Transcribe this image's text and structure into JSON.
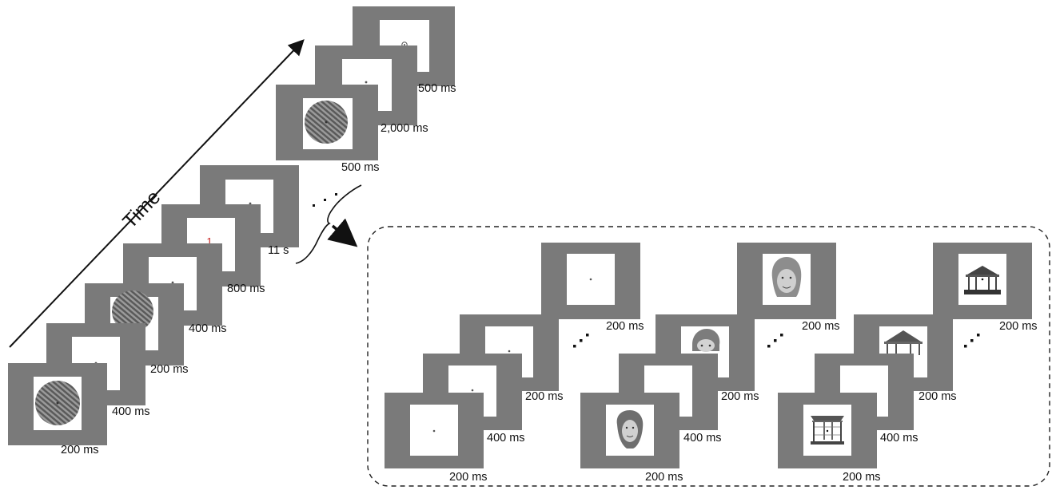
{
  "axis": {
    "time_label": "Time"
  },
  "colors": {
    "frame": "#7a7a7a",
    "screen": "#ffffff",
    "fixation": "#555555",
    "digit": "#c8201f",
    "grating_dark": "#5a5a5a",
    "grating_light": "#9a9a9a",
    "outline": "#111111"
  },
  "main_sequence": {
    "durations": [
      "200 ms",
      "400 ms",
      "200 ms",
      "400 ms",
      "800 ms",
      "11 s"
    ],
    "cue_digit": "1",
    "block_ellipsis": ". . ."
  },
  "response_sequence": {
    "durations": [
      "500 ms",
      "2,000 ms",
      "500 ms"
    ]
  },
  "detail_panels": [
    {
      "stimulus": "fixation",
      "durations": [
        "200 ms",
        "400 ms",
        "200 ms",
        "200 ms"
      ],
      "ellipsis": "..."
    },
    {
      "stimulus": "face",
      "durations": [
        "200 ms",
        "400 ms",
        "200 ms",
        "200 ms"
      ],
      "ellipsis": "..."
    },
    {
      "stimulus": "gazebo",
      "durations": [
        "200 ms",
        "400 ms",
        "200 ms",
        "200 ms"
      ],
      "ellipsis": "..."
    }
  ]
}
